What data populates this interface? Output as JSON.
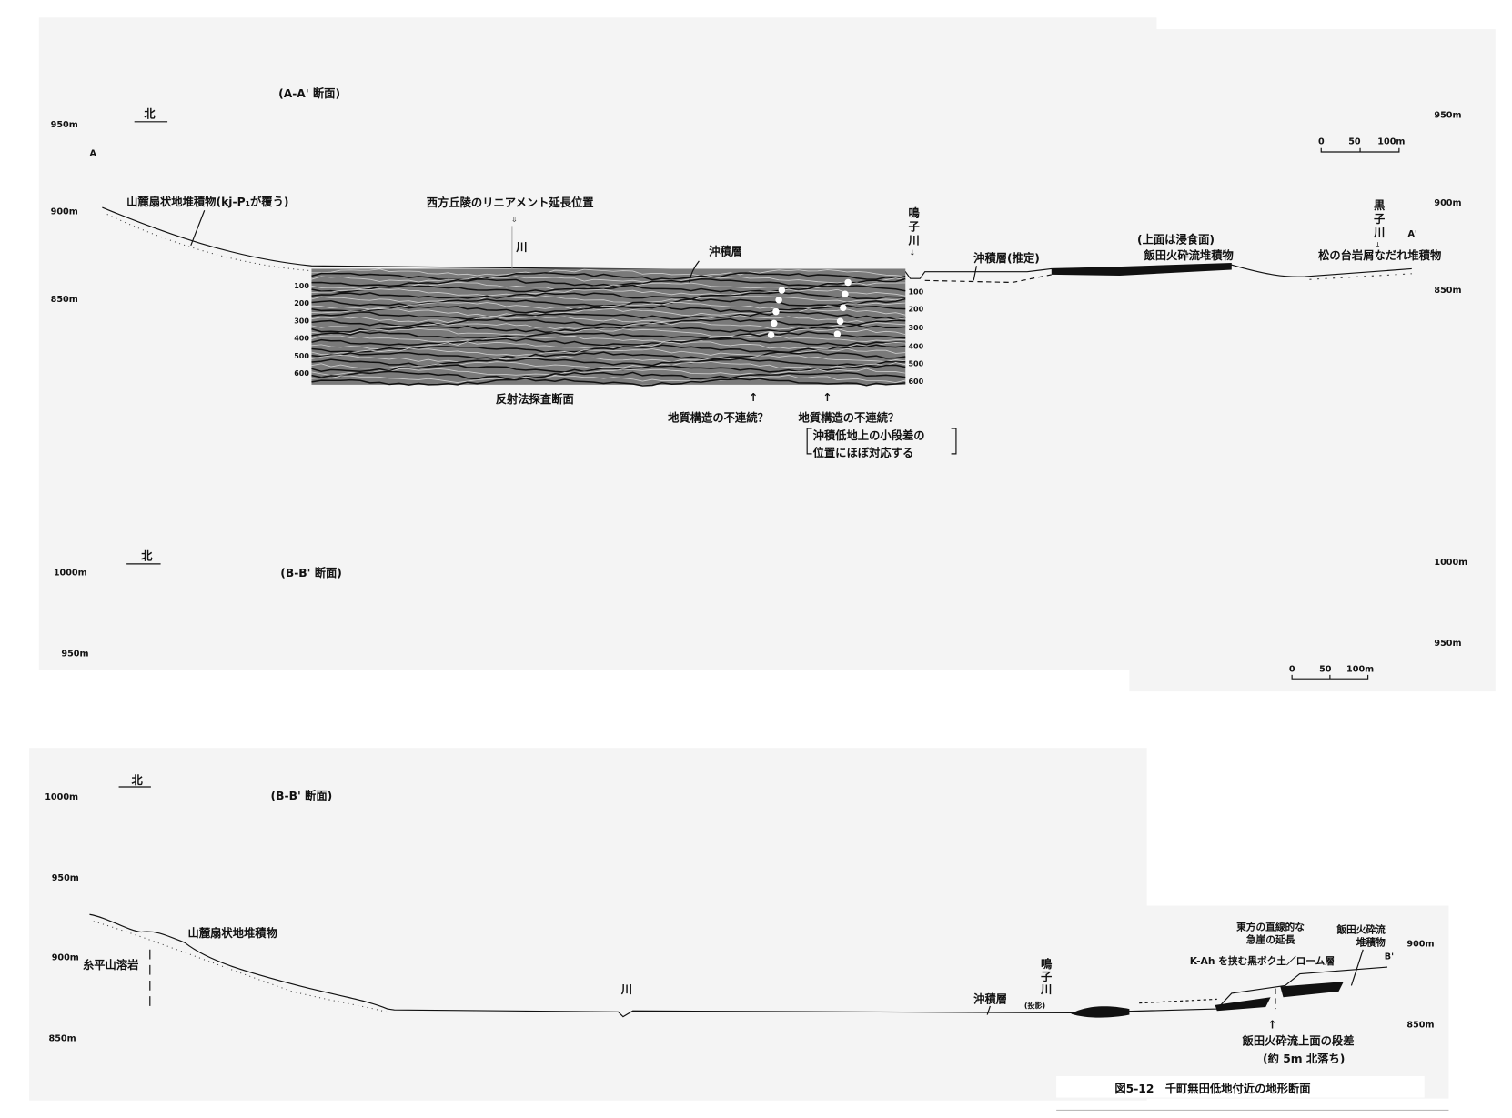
{
  "figure_caption": "図5-12　千町無田低地付近の地形断面",
  "panel_a_top": {
    "title": "(A-A' 断面)",
    "north": "北",
    "end_left": "A",
    "end_right": "A'",
    "left_ticks": [
      "950m",
      "900m",
      "850m"
    ],
    "right_ticks": [
      "950m",
      "900m",
      "850m"
    ],
    "scale": [
      "0",
      "50",
      "100m"
    ],
    "labels": {
      "fan_deposit": "山麓扇状地堆積物(kj-P₁が覆う)",
      "lineament": "西方丘陵のリニアメント延長位置",
      "river": "川",
      "alluvium": "沖積層",
      "narugo_river": [
        "鳴",
        "子",
        "川"
      ],
      "alluvium_inferred": "沖積層(推定)",
      "erosion_surface": "(上面は浸食面)",
      "iida_pyroclastic": "飯田火砕流堆積物",
      "kuroko_river": [
        "黒",
        "子",
        "川"
      ],
      "matsunodai": "松の台岩屑なだれ堆積物",
      "seismic_section": "反射法探査断面",
      "discontinuity_1": "地質構造の不連続？",
      "discontinuity_2": "地質構造の不連続？",
      "note_line1": "沖積低地上の小段差の",
      "note_line2": "位置にほぼ対応する"
    },
    "depth_ticks_left": [
      "100",
      "200",
      "300",
      "400",
      "500",
      "600"
    ],
    "depth_ticks_right": [
      "100",
      "200",
      "300",
      "400",
      "500",
      "600"
    ]
  },
  "panel_b_ghost": {
    "title": "(B-B' 断面)",
    "north": "北",
    "left_ticks": [
      "1000m",
      "950m"
    ],
    "right_ticks": [
      "1000m",
      "950m"
    ],
    "scale": [
      "0",
      "50",
      "100m"
    ]
  },
  "panel_b": {
    "title": "(B-B' 断面)",
    "north": "北",
    "end_right": "B'",
    "left_ticks": [
      "1000m",
      "950m",
      "900m",
      "850m"
    ],
    "right_ticks": [
      "900m",
      "850m"
    ],
    "labels": {
      "fan_deposit": "山麓扇状地堆積物",
      "lava": "糸平山溶岩",
      "river": "川",
      "alluvium": "沖積層",
      "narugo_river": [
        "鳴",
        "子",
        "川"
      ],
      "projection": "(投影)",
      "east_scarp_1": "東方の直線的な",
      "east_scarp_2": "急崖の延長",
      "kah_soil": "K-Ah を挟む黒ボク土／ローム層",
      "iida_1": "飯田火砕流",
      "iida_2": "堆積物",
      "step_1": "飯田火砕流上面の段差",
      "step_2": "(約 5m 北落ち)"
    }
  }
}
